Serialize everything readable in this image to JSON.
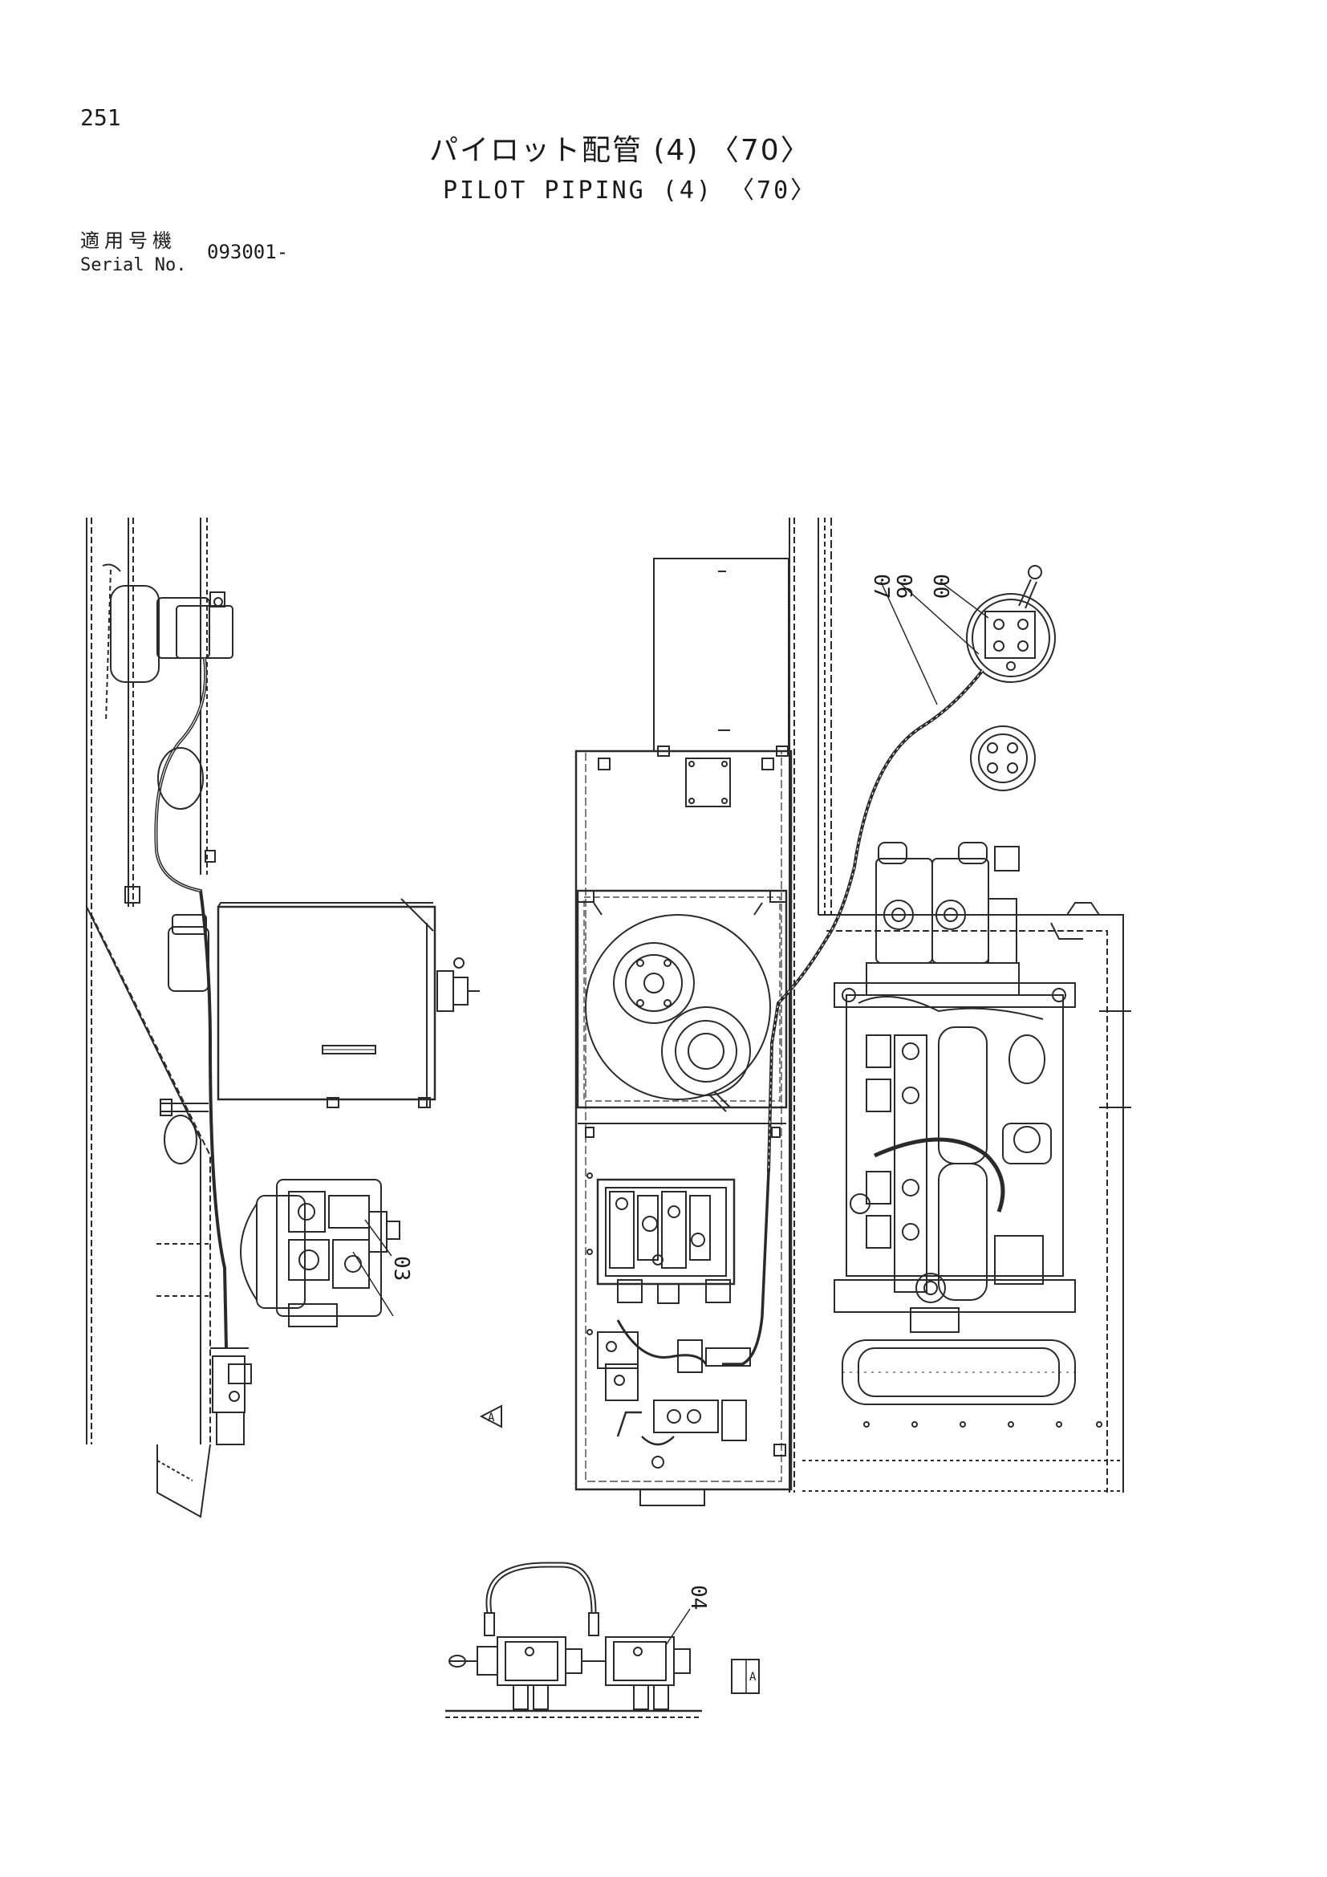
{
  "header": {
    "page_number": "251",
    "title_jp": "パイロット配管 (4) 〈70〉",
    "title_en": "PILOT PIPING (4) 〈70〉"
  },
  "serial": {
    "label_jp": "適用号機",
    "label_en": "Serial No.",
    "value": "093001-"
  },
  "callouts": {
    "c07": "07",
    "c06": "06",
    "c00": "00",
    "c03": "03",
    "c04": "04"
  },
  "view_markers": {
    "view_a_symbol": "A",
    "view_a_label": "A"
  }
}
